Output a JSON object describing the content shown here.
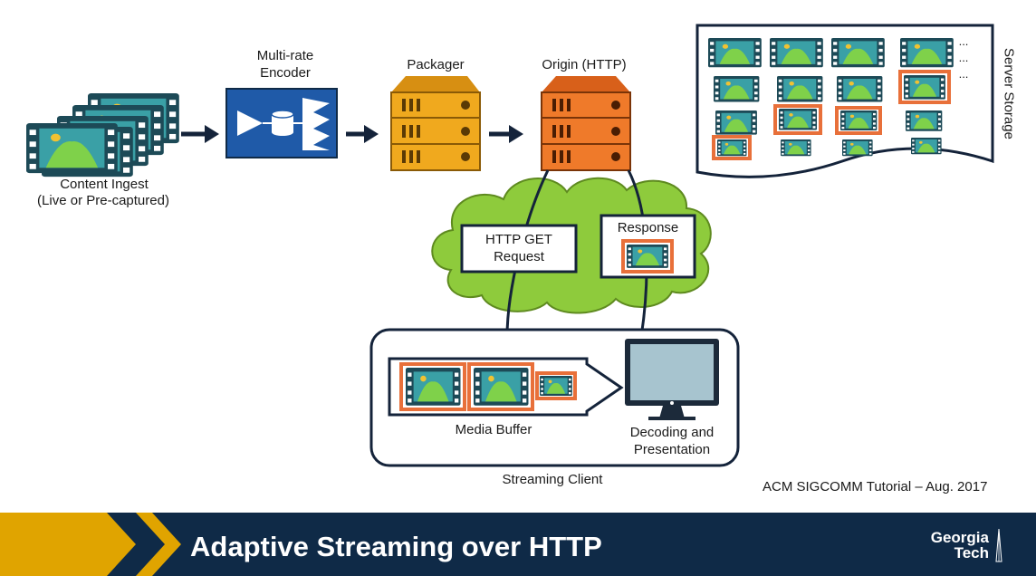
{
  "labels": {
    "multirate": "Multi-rate",
    "encoder": "Encoder",
    "packager": "Packager",
    "origin": "Origin (HTTP)",
    "server_storage": "Server Storage",
    "content_ingest": "Content Ingest",
    "content_ingest_sub": "(Live or Pre-captured)",
    "http_get": "HTTP GET",
    "request": "Request",
    "response": "Response",
    "media_buffer": "Media Buffer",
    "decoding": "Decoding and",
    "presentation": "Presentation",
    "streaming_client": "Streaming Client",
    "ellipsis": "..."
  },
  "footer": {
    "title": "Adaptive Streaming over HTTP",
    "logo_line1": "Georgia",
    "logo_line2": "Tech",
    "credit": "ACM SIGCOMM Tutorial – Aug. 2017"
  },
  "colors": {
    "navy": "#0f2a47",
    "gold": "#e0a400",
    "encoder_blue": "#1f5aa8",
    "packager_yellow": "#f0a91e",
    "origin_orange": "#ef7a2a",
    "cloud_green": "#8ecb3c",
    "highlight_orange": "#e8703a",
    "film_teal": "#2d8a8e"
  },
  "icons": [
    "film-strip-icon",
    "database-icon",
    "server-icon",
    "cloud-icon",
    "monitor-icon",
    "arrow-right-icon",
    "spire-icon"
  ]
}
